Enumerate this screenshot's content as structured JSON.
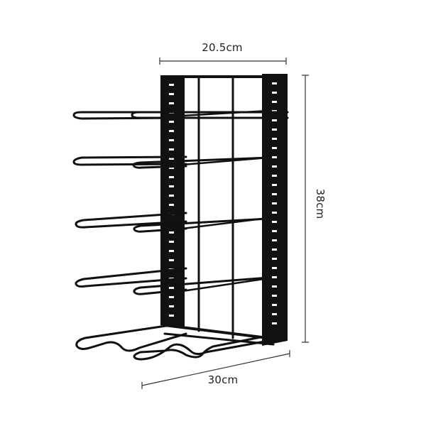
{
  "dimensions": {
    "width_label": "20.5cm",
    "height_label": "38cm",
    "depth_label": "30cm"
  },
  "product": {
    "tiers": 5
  },
  "colors": {
    "rack": "#111111",
    "slot": "#ffffff",
    "dimension_line": "#333333",
    "background": "#ffffff"
  }
}
